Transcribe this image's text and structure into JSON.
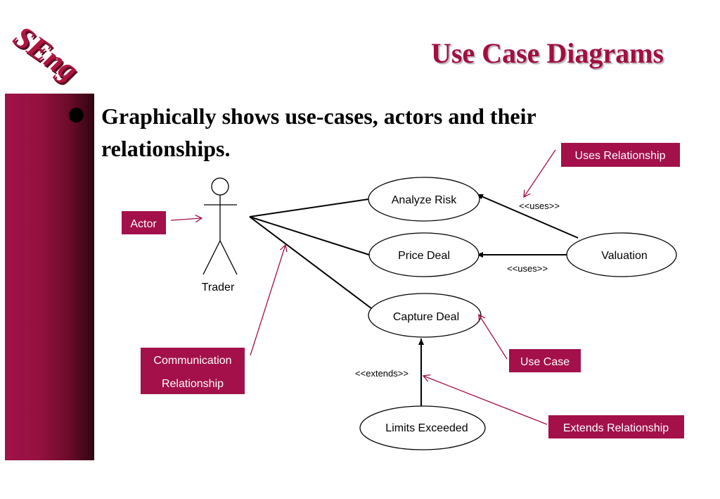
{
  "logo": {
    "text": "SEng"
  },
  "slide": {
    "title": "Use Case Diagrams",
    "bullet_line_1": "Graphically shows use-cases, actors and their",
    "bullet_line_2": "relationships."
  },
  "diagram": {
    "actor": "Trader",
    "use_cases": {
      "analyze_risk": "Analyze Risk",
      "price_deal": "Price Deal",
      "valuation": "Valuation",
      "capture_deal": "Capture Deal",
      "limits_exceeded": "Limits Exceeded"
    },
    "stereotypes": {
      "uses_1": "<<uses>>",
      "uses_2": "<<uses>>",
      "extends": "<<extends>>"
    },
    "callouts": {
      "uses_relationship": "Uses Relationship",
      "actor": "Actor",
      "communication_line_1": "Communication",
      "communication_line_2": "Relationship",
      "use_case": "Use Case",
      "extends_relationship": "Extends Relationship"
    }
  },
  "colors": {
    "accent": "#a3104a",
    "title": "#a10f3f",
    "sidebar_dark": "#2f0511"
  }
}
